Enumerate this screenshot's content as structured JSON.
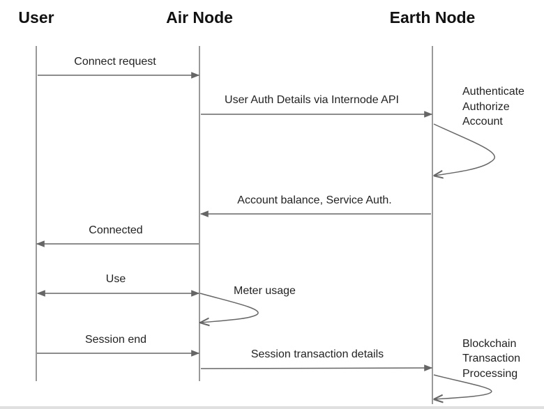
{
  "diagram": {
    "type": "sequence",
    "participants": [
      {
        "id": "user",
        "name": "User"
      },
      {
        "id": "air",
        "name": "Air Node"
      },
      {
        "id": "earth",
        "name": "Earth Node"
      }
    ],
    "messages": [
      {
        "from": "user",
        "to": "air",
        "label": "Connect request",
        "direction": "right"
      },
      {
        "from": "air",
        "to": "earth",
        "label": "User Auth Details via Internode API",
        "direction": "right"
      },
      {
        "from": "earth",
        "to": "earth",
        "label": [
          "Authenticate",
          "Authorize",
          "Account"
        ],
        "direction": "self"
      },
      {
        "from": "earth",
        "to": "air",
        "label": "Account balance, Service Auth.",
        "direction": "left"
      },
      {
        "from": "air",
        "to": "user",
        "label": "Connected",
        "direction": "left"
      },
      {
        "from": "user",
        "to": "air",
        "label": "Use",
        "direction": "both"
      },
      {
        "from": "air",
        "to": "air",
        "label": [
          "Meter usage"
        ],
        "direction": "self"
      },
      {
        "from": "user",
        "to": "air",
        "label": "Session end",
        "direction": "right"
      },
      {
        "from": "air",
        "to": "earth",
        "label": "Session transaction details",
        "direction": "right"
      },
      {
        "from": "earth",
        "to": "earth",
        "label": [
          "Blockchain",
          "Transaction",
          "Processing"
        ],
        "direction": "self"
      }
    ],
    "colors": {
      "arrow": "#666666",
      "lifeline": "#333333",
      "text": "#222222"
    }
  }
}
